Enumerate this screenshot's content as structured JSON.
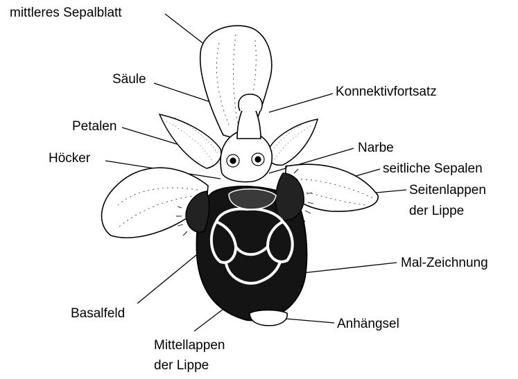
{
  "labels": {
    "mittleres_sepalblatt": "mittleres Sepalblatt",
    "saeule": "Säule",
    "konnektivfortsatz": "Konnektivfortsatz",
    "petalen": "Petalen",
    "narbe": "Narbe",
    "hoecker": "Höcker",
    "seitliche_sepalen": "seitliche Sepalen",
    "seitenlappen_1": "Seitenlappen",
    "seitenlappen_2": "der Lippe",
    "mal_zeichnung": "Mal-Zeichnung",
    "basalfeld": "Basalfeld",
    "anhaengsel": "Anhängsel",
    "mittellappen_1": "Mittellappen",
    "mittellappen_2": "der Lippe"
  },
  "colors": {
    "ink": "#000000",
    "paper": "#ffffff"
  }
}
